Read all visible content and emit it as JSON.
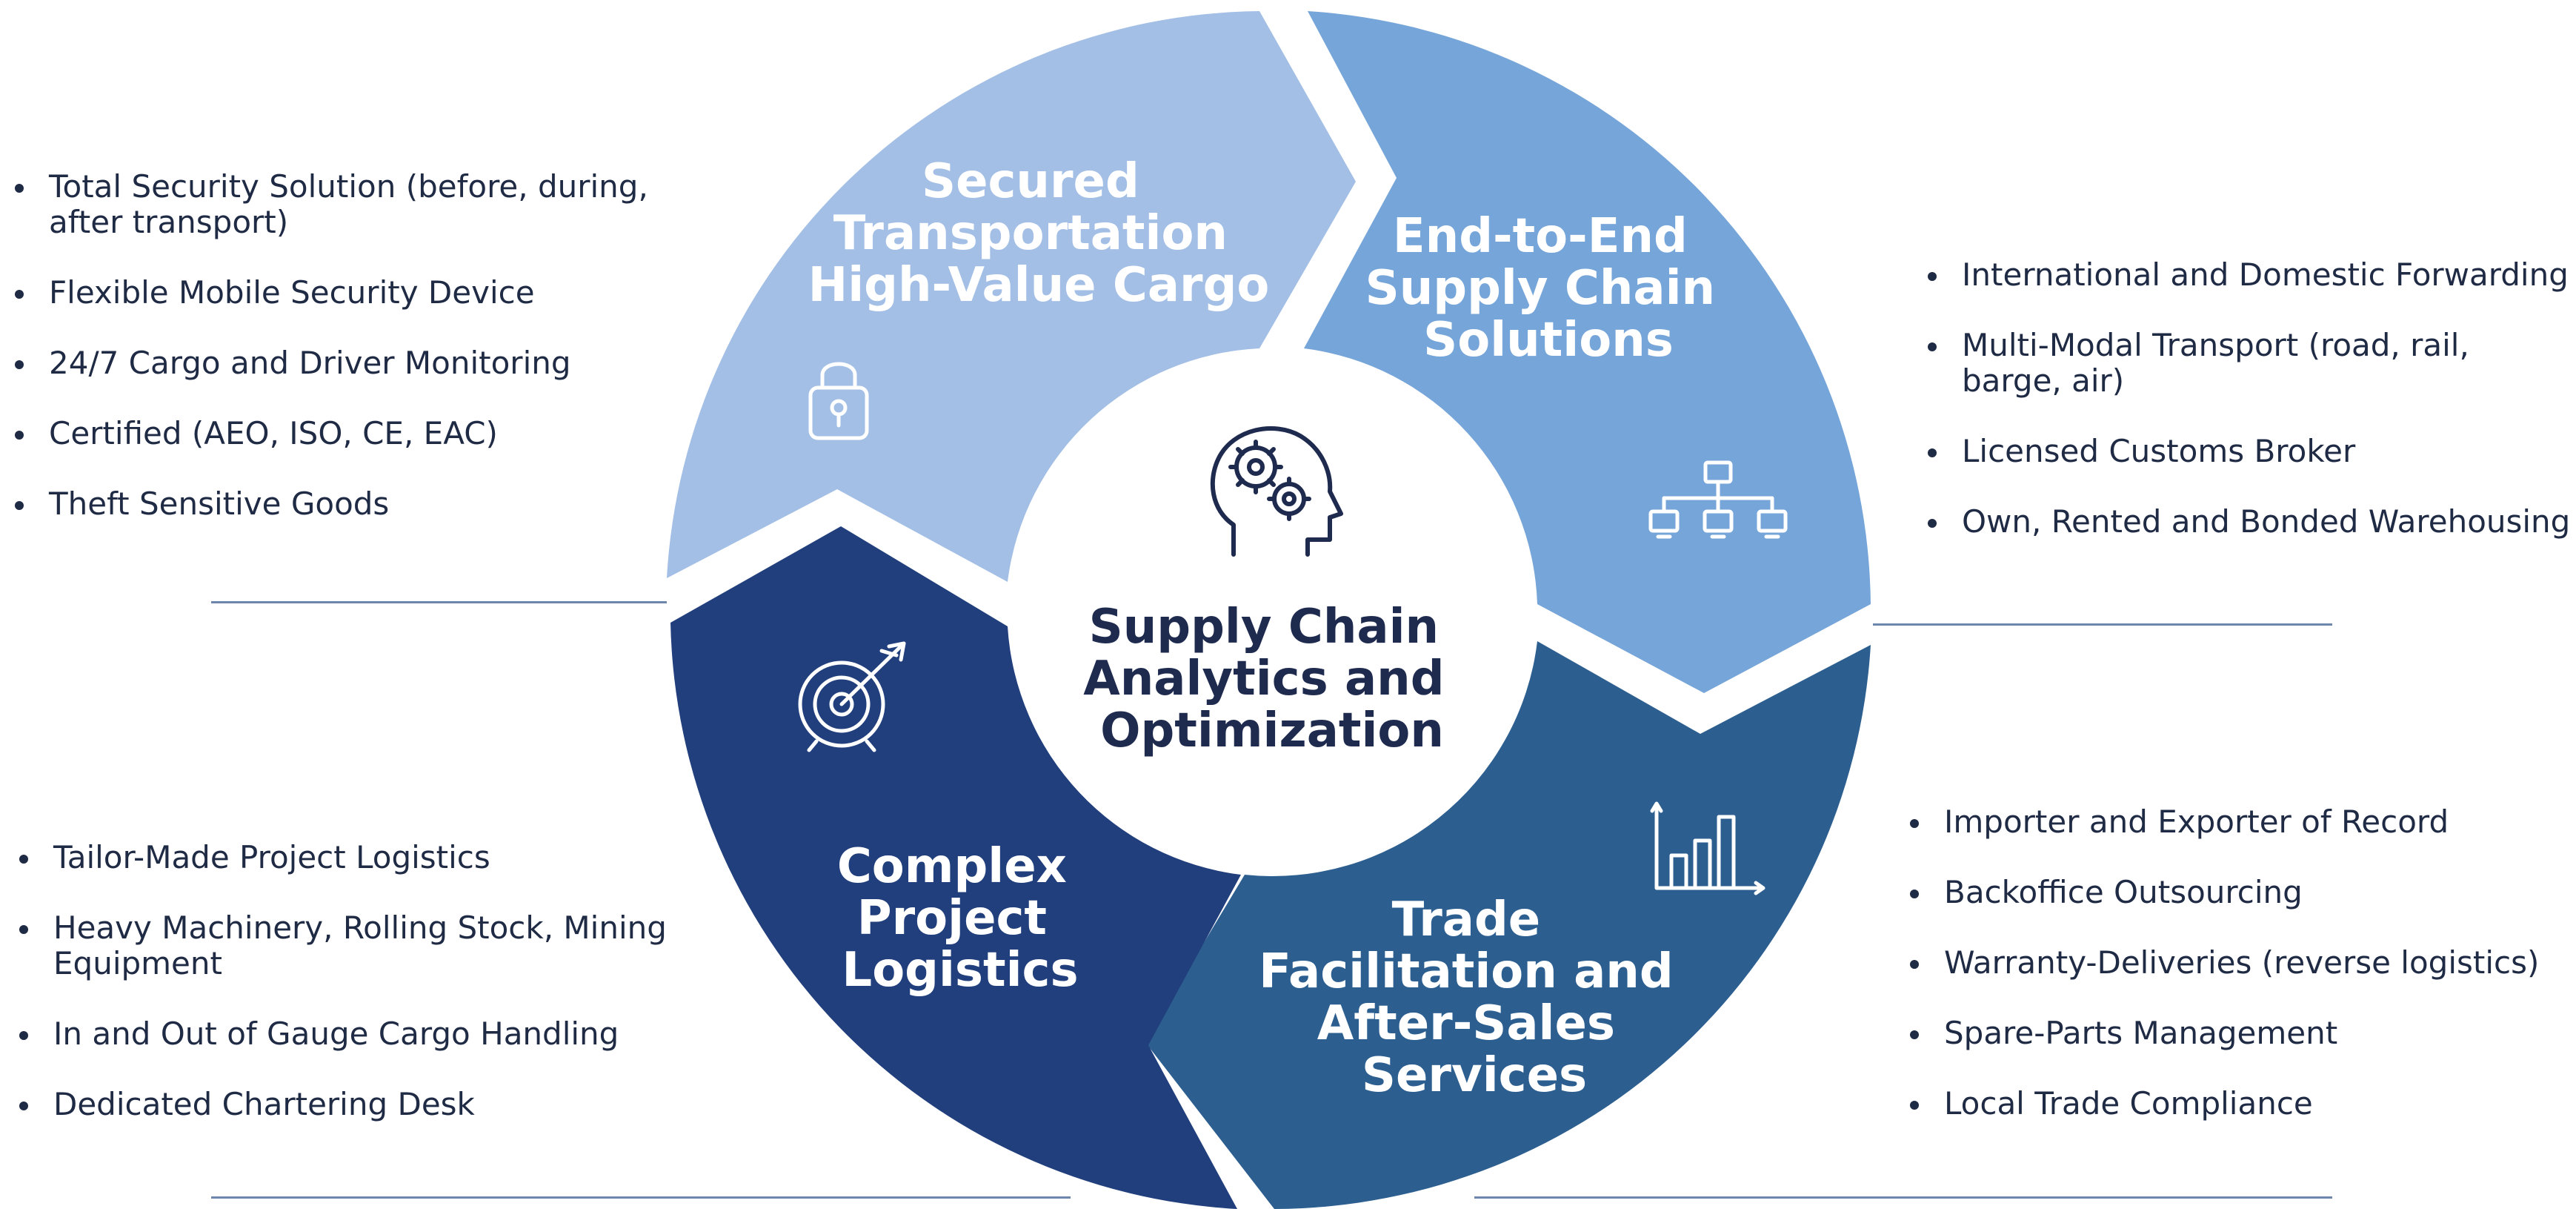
{
  "center": {
    "title_lines": [
      "Supply Chain",
      "Analytics and",
      "Optimization"
    ],
    "icon": "head-gears-icon"
  },
  "segments": [
    {
      "id": "secured-transportation",
      "title_lines": [
        "Secured",
        "Transportation",
        "High-Value Cargo"
      ],
      "color": "#a3bfe6",
      "icon": "padlock-icon",
      "bullets": [
        [
          "Total Security Solution (before, during,",
          "after transport)"
        ],
        [
          "Flexible Mobile Security Device"
        ],
        [
          "24/7 Cargo and Driver Monitoring"
        ],
        [
          "Certified (AEO, ISO, CE, EAC)"
        ],
        [
          "Theft Sensitive Goods"
        ]
      ]
    },
    {
      "id": "end-to-end",
      "title_lines": [
        "End-to-End",
        "Supply Chain",
        "Solutions"
      ],
      "color": "#76a5d9",
      "icon": "network-hierarchy-icon",
      "bullets": [
        [
          "International and Domestic Forwarding"
        ],
        [
          "Multi-Modal Transport (road, rail,",
          "barge, air)"
        ],
        [
          "Licensed Customs Broker"
        ],
        [
          "Own, Rented and Bonded Warehousing"
        ]
      ]
    },
    {
      "id": "trade-facilitation",
      "title_lines": [
        "Trade",
        "Facilitation and",
        "After-Sales",
        "Services"
      ],
      "color": "#2c5f90",
      "icon": "bar-chart-icon",
      "bullets": [
        [
          " Importer and Exporter of Record"
        ],
        [
          "Backoffice Outsourcing"
        ],
        [
          "Warranty-Deliveries (reverse logistics)"
        ],
        [
          "Spare-Parts Management"
        ],
        [
          "Local Trade Compliance"
        ]
      ]
    },
    {
      "id": "complex-project",
      "title_lines": [
        "Complex",
        "Project",
        "Logistics"
      ],
      "color": "#213f7c",
      "icon": "target-arrow-icon",
      "bullets": [
        [
          "Tailor-Made Project Logistics"
        ],
        [
          "Heavy Machinery, Rolling Stock, Mining",
          "Equipment"
        ],
        [
          "In and Out of Gauge Cargo Handling"
        ],
        [
          "Dedicated Chartering Desk"
        ]
      ]
    }
  ]
}
